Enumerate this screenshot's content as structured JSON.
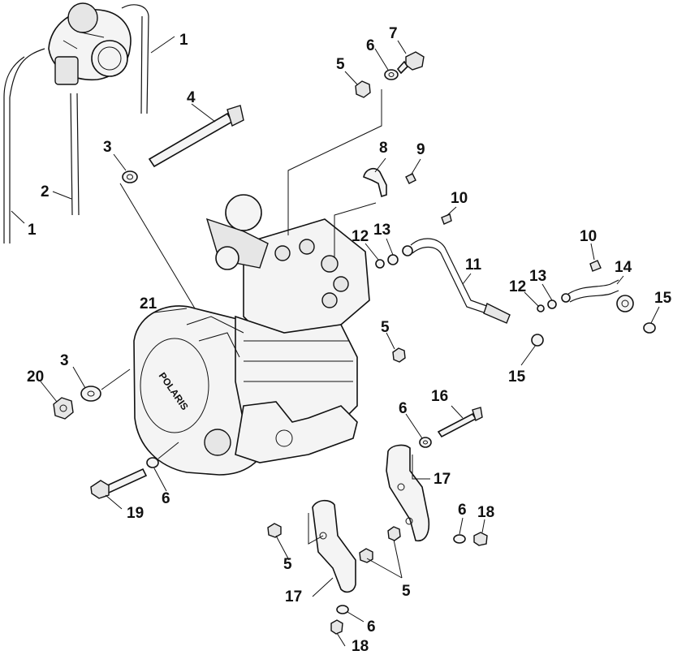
{
  "diagram": {
    "brand_text": "POLARIS",
    "callouts": [
      {
        "id": "c1a",
        "label": "1"
      },
      {
        "id": "c1b",
        "label": "1"
      },
      {
        "id": "c2",
        "label": "2"
      },
      {
        "id": "c3a",
        "label": "3"
      },
      {
        "id": "c3b",
        "label": "3"
      },
      {
        "id": "c4",
        "label": "4"
      },
      {
        "id": "c5a",
        "label": "5"
      },
      {
        "id": "c5b",
        "label": "5"
      },
      {
        "id": "c5c",
        "label": "5"
      },
      {
        "id": "c5d",
        "label": "5"
      },
      {
        "id": "c6a",
        "label": "6"
      },
      {
        "id": "c6b",
        "label": "6"
      },
      {
        "id": "c6c",
        "label": "6"
      },
      {
        "id": "c6d",
        "label": "6"
      },
      {
        "id": "c6e",
        "label": "6"
      },
      {
        "id": "c7",
        "label": "7"
      },
      {
        "id": "c8",
        "label": "8"
      },
      {
        "id": "c9",
        "label": "9"
      },
      {
        "id": "c10a",
        "label": "10"
      },
      {
        "id": "c10b",
        "label": "10"
      },
      {
        "id": "c11",
        "label": "11"
      },
      {
        "id": "c12a",
        "label": "12"
      },
      {
        "id": "c12b",
        "label": "12"
      },
      {
        "id": "c13a",
        "label": "13"
      },
      {
        "id": "c13b",
        "label": "13"
      },
      {
        "id": "c14",
        "label": "14"
      },
      {
        "id": "c15a",
        "label": "15"
      },
      {
        "id": "c15b",
        "label": "15"
      },
      {
        "id": "c16",
        "label": "16"
      },
      {
        "id": "c17a",
        "label": "17"
      },
      {
        "id": "c17b",
        "label": "17"
      },
      {
        "id": "c18a",
        "label": "18"
      },
      {
        "id": "c18b",
        "label": "18"
      },
      {
        "id": "c19",
        "label": "19"
      },
      {
        "id": "c20",
        "label": "20"
      },
      {
        "id": "c21",
        "label": "21"
      }
    ]
  }
}
